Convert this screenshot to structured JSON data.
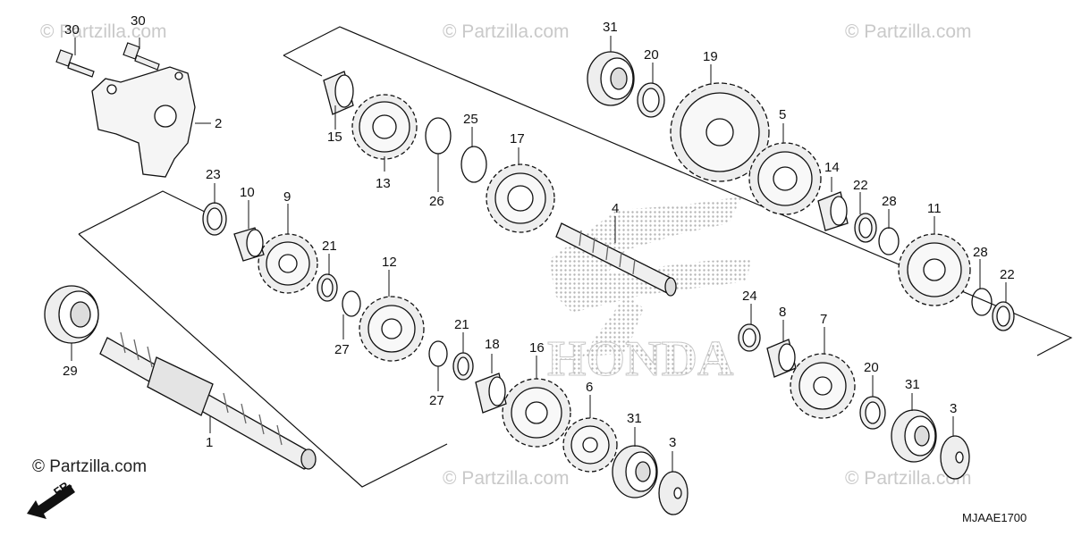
{
  "watermark": {
    "text": "© Partzilla.com"
  },
  "brand_label": "© Partzilla.com",
  "diagram_code": "MJAAE1700",
  "front_arrow_label": "FR.",
  "logo_wordmark": "HONDA",
  "callouts": {
    "c30a": "30",
    "c30b": "30",
    "c2": "2",
    "c15": "15",
    "c13": "13",
    "c26": "26",
    "c25": "25",
    "c17": "17",
    "c31a": "31",
    "c20a": "20",
    "c19": "19",
    "c5": "5",
    "c14": "14",
    "c22a": "22",
    "c28a": "28",
    "c11": "11",
    "c28b": "28",
    "c22b": "22",
    "c4": "4",
    "c23": "23",
    "c10": "10",
    "c9": "9",
    "c21a": "21",
    "c12": "12",
    "c27a": "27",
    "c29": "29",
    "c1": "1",
    "c21b": "21",
    "c27b": "27",
    "c18": "18",
    "c16": "16",
    "c6": "6",
    "c31b": "31",
    "c3a": "3",
    "c24": "24",
    "c8": "8",
    "c7": "7",
    "c20b": "20",
    "c31c": "31",
    "c3b": "3"
  },
  "colors": {
    "line": "#111111",
    "part_fill": "#f2f2f2",
    "watermark": "#c9c9c9",
    "logo_dots": "#b0b0b0"
  }
}
